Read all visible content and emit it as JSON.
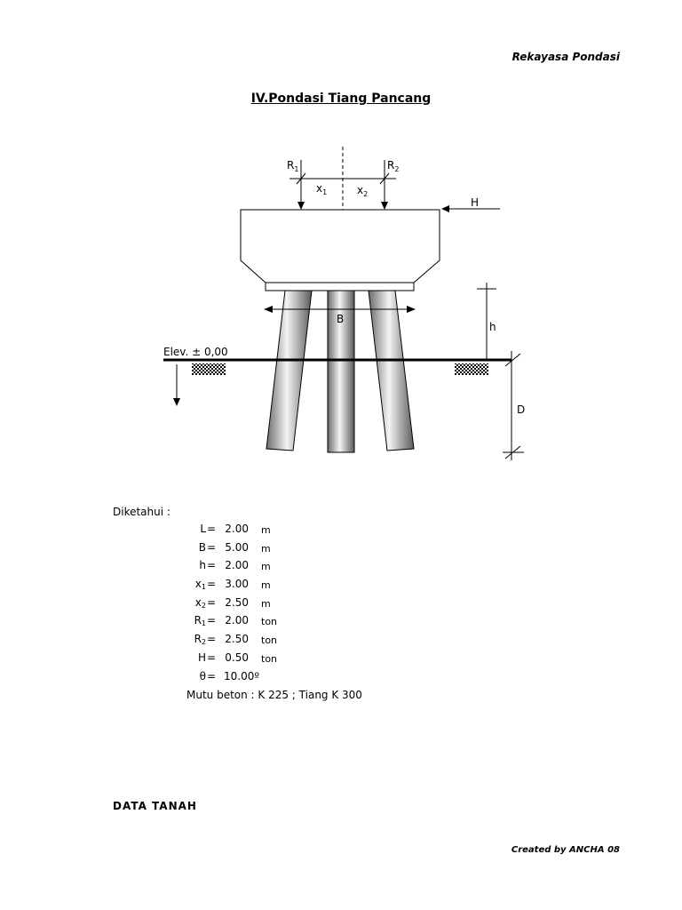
{
  "header": {
    "right_text": "Rekayasa Pondasi"
  },
  "title": "IV.Pondasi Tiang Pancang",
  "diagram": {
    "r1": "R",
    "r1_sub": "1",
    "r2": "R",
    "r2_sub": "2",
    "x1": "x",
    "x1_sub": "1",
    "x2": "x",
    "x2_sub": "2",
    "h_force": "H",
    "b": "B",
    "h_height": "h",
    "d": "D",
    "elev": "Elev. ± 0,00"
  },
  "known": {
    "label": "Diketahui :",
    "params": [
      {
        "sym": "L",
        "sub": "",
        "eq": "=",
        "value": "2.00",
        "unit": "m"
      },
      {
        "sym": "B",
        "sub": "",
        "eq": "=",
        "value": "5.00",
        "unit": "m"
      },
      {
        "sym": "h",
        "sub": "",
        "eq": "=",
        "value": "2.00",
        "unit": "m"
      },
      {
        "sym": "x",
        "sub": "1",
        "eq": "=",
        "value": "3.00",
        "unit": "m"
      },
      {
        "sym": "x",
        "sub": "2",
        "eq": "=",
        "value": "2.50",
        "unit": "m"
      },
      {
        "sym": "R",
        "sub": "1",
        "eq": "=",
        "value": "2.00",
        "unit": "ton"
      },
      {
        "sym": "R",
        "sub": "2",
        "eq": "=",
        "value": "2.50",
        "unit": "ton"
      },
      {
        "sym": "H",
        "sub": "",
        "eq": "=",
        "value": "0.50",
        "unit": "ton"
      },
      {
        "sym": "θ",
        "sub": "",
        "eq": "=",
        "value": "10.00º",
        "unit": ""
      }
    ],
    "mutu": "Mutu beton : K 225 ; Tiang K 300"
  },
  "section": "DATA TANAH",
  "footer": "Created by ANCHA 08"
}
